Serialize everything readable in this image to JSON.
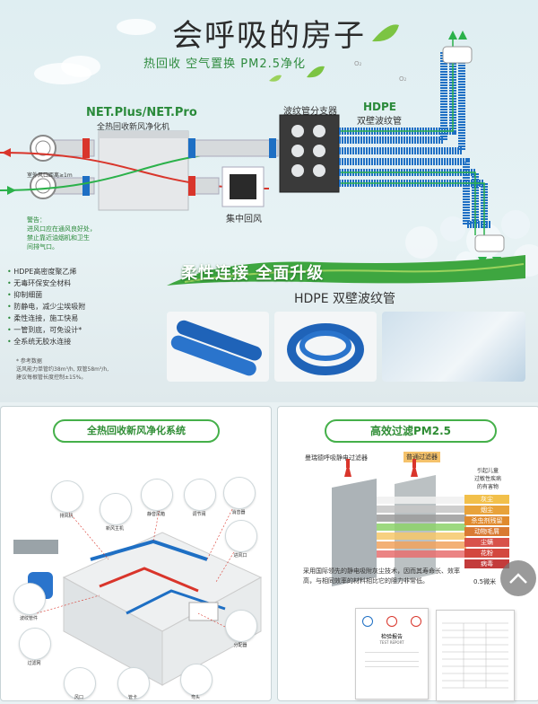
{
  "header": {
    "title": "会呼吸的房子",
    "subtitle": "热回收  空气置换  PM2.5净化"
  },
  "system": {
    "unit_title": "NET.Plus/NET.Pro",
    "unit_subtitle": "全热回收新风净化机",
    "distributor": "波纹管分支器",
    "hdpe_title": "HDPE",
    "hdpe_subtitle": "双壁波纹管",
    "central_return": "集中回风",
    "inlet_note": "室外风口距离≥1m",
    "warning": "警告：\n进风口应在通风良好处，\n禁止靠近油烟机和卫生\n间排气口。"
  },
  "features": [
    "HDPE高密度聚乙烯",
    "无毒环保安全材料",
    "抑制细菌",
    "防静电，减少尘埃吸附",
    "柔性连接，施工快易",
    "一管到底，可免设计*",
    "全系统无胶水连接"
  ],
  "reference_data": {
    "title": "* 参考数据",
    "line1": "送风能力单管约38m³/h, 双管58m³/h,",
    "line2": "建议每根管长度控制±15%。"
  },
  "banner": {
    "text": "柔性连接  全面升级",
    "pipe_label": "HDPE  双壁波纹管"
  },
  "left_panel": {
    "title": "全热回收新风净化系统",
    "items": [
      "排风机",
      "新风主机",
      "静音风箱",
      "调节阀",
      "消音器",
      "进风口",
      "波纹管件",
      "过滤网",
      "分配器",
      "弯头",
      "管卡",
      "风口"
    ]
  },
  "right_panel": {
    "title": "高效过滤PM2.5",
    "filter1": "曼瑞德呼吸静电过滤器",
    "filter2": "普通过滤器",
    "side_heading": "引起儿童\n过敏性疾病\n的有害物",
    "particles": [
      "灰尘",
      "烟尘",
      "杀虫剂残留",
      "动物毛屑",
      "尘螨",
      "花粉",
      "病毒"
    ],
    "scale": "0.5微米",
    "description": "采用国际领先的静电吸附灰尘技术，因而其寿命长、效率高，与相同效率的材料相比它的阻力非常低。",
    "report_title": "检验报告",
    "report_sub": "TEST REPORT"
  },
  "colors": {
    "green": "#45b04a",
    "blue": "#1e6fc4",
    "red": "#d9352b"
  }
}
